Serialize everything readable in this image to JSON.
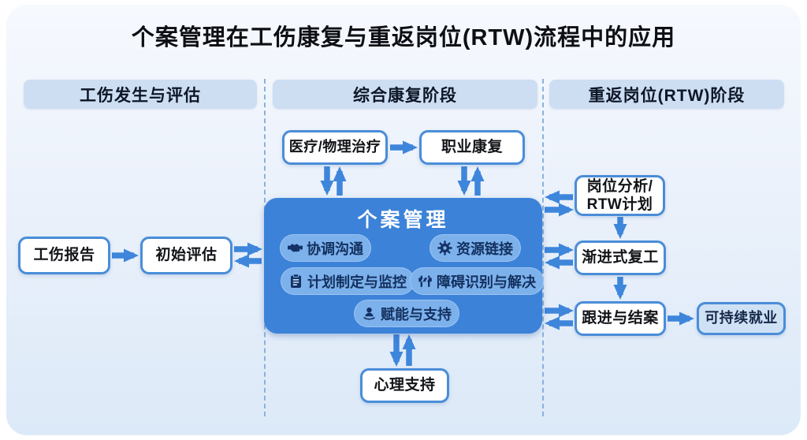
{
  "title": "个案管理在工伤康复与重返岗位(RTW)流程中的应用",
  "phases": [
    {
      "label": "工伤发生与评估"
    },
    {
      "label": "综合康复阶段"
    },
    {
      "label": "重返岗位(RTW)阶段"
    }
  ],
  "nodes": {
    "injury_report": {
      "label": "工伤报告"
    },
    "initial_assessment": {
      "label": "初始评估"
    },
    "medical_physical_therapy": {
      "label": "医疗/物理治疗"
    },
    "vocational_rehab": {
      "label": "职业康复"
    },
    "job_analysis_rtw_plan": {
      "line1": "岗位分析/",
      "line2": "RTW计划"
    },
    "gradual_return_to_work": {
      "label": "渐进式复工"
    },
    "follow_up_closure": {
      "label": "跟进与结案"
    },
    "sustainable_employment": {
      "label": "可持续就业"
    },
    "psychological_support": {
      "label": "心理支持"
    }
  },
  "case_management": {
    "title": "个案管理",
    "functions": [
      {
        "label": "协调沟通",
        "icon": "handshake-icon"
      },
      {
        "label": "资源链接",
        "icon": "gear-icon"
      },
      {
        "label": "计划制定与监控",
        "icon": "clipboard-icon"
      },
      {
        "label": "障碍识别与解决",
        "icon": "barrier-icon"
      },
      {
        "label": "赋能与支持",
        "icon": "person-support-icon"
      }
    ]
  },
  "colors": {
    "accent_blue": "#3e86db",
    "case_box_blue": "#3b82d8",
    "pill_blue": "#7cb1ec",
    "pill_text_navy": "#13305f",
    "phase_bar_blue": "#cddef3",
    "node_border_blue": "#4a8dd8",
    "sustainable_fill": "#cfe2f5",
    "panel_top": "#f6f9fe",
    "panel_bottom": "#dce9f8"
  }
}
